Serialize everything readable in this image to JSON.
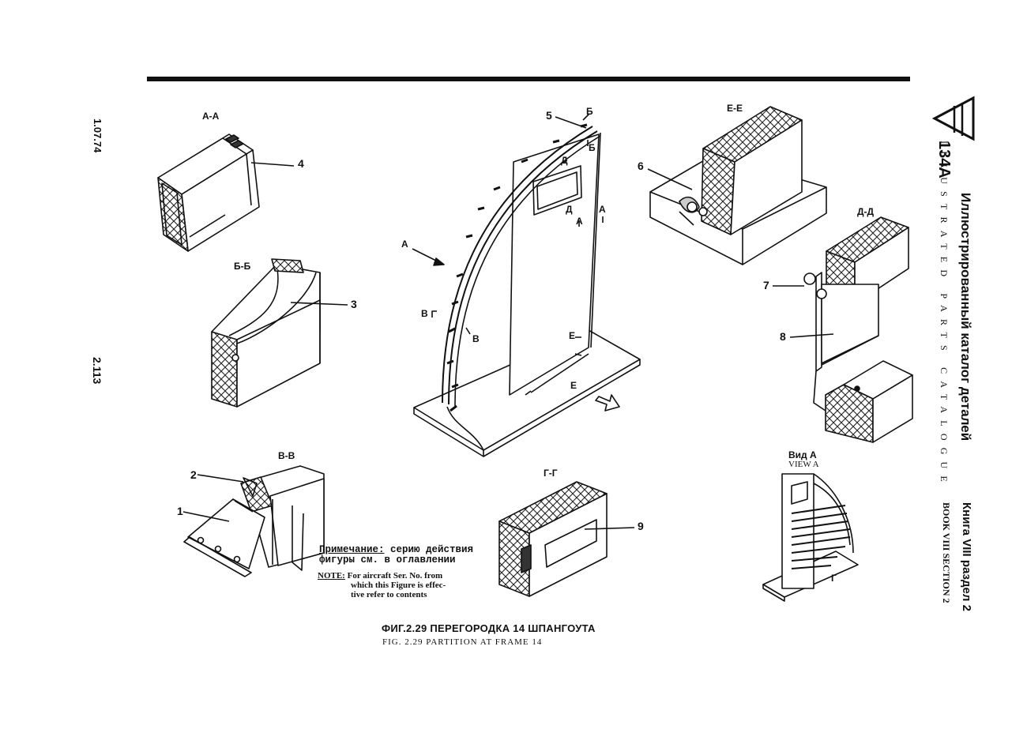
{
  "margin": {
    "date": "1.07.74",
    "page": "2.113"
  },
  "sections": {
    "aa": "А-А",
    "bb": "Б-Б",
    "vv": "В-В",
    "gg": "Г-Г",
    "ee": "Е-Е",
    "dd": "Д-Д",
    "view_ru": "Вид А",
    "view_en": "VIEW A"
  },
  "callouts": [
    "1",
    "2",
    "3",
    "4",
    "5",
    "6",
    "7",
    "8",
    "9"
  ],
  "cut_marks": {
    "a": "А",
    "b": "Б",
    "v": "В",
    "g": "Г",
    "d": "Д",
    "e": "Е"
  },
  "note": {
    "ru_label": "Примечание:",
    "ru_line1": "серию действия",
    "ru_line2": "фигуры см. в оглавлении",
    "en_label": "NOTE:",
    "en_line1": "For aircraft Ser. No. from",
    "en_line2": "which this Figure is effec-",
    "en_line3": "tive refer to contents"
  },
  "caption": {
    "ru": "ФИГ.2.29 ПЕРЕГОРОДКА 14 ШПАНГОУТА",
    "en": "FIG. 2.29  PARTITION AT FRAME 14"
  },
  "sidebar": {
    "model": "134А",
    "title_ru": "Иллюстрированный  каталог  деталей",
    "title_en": "ILLUSTRATED  PARTS  CATALOGUE",
    "book_ru": "Книга VIII раздел 2",
    "book_en": "BOOK VIII SECTION 2"
  }
}
